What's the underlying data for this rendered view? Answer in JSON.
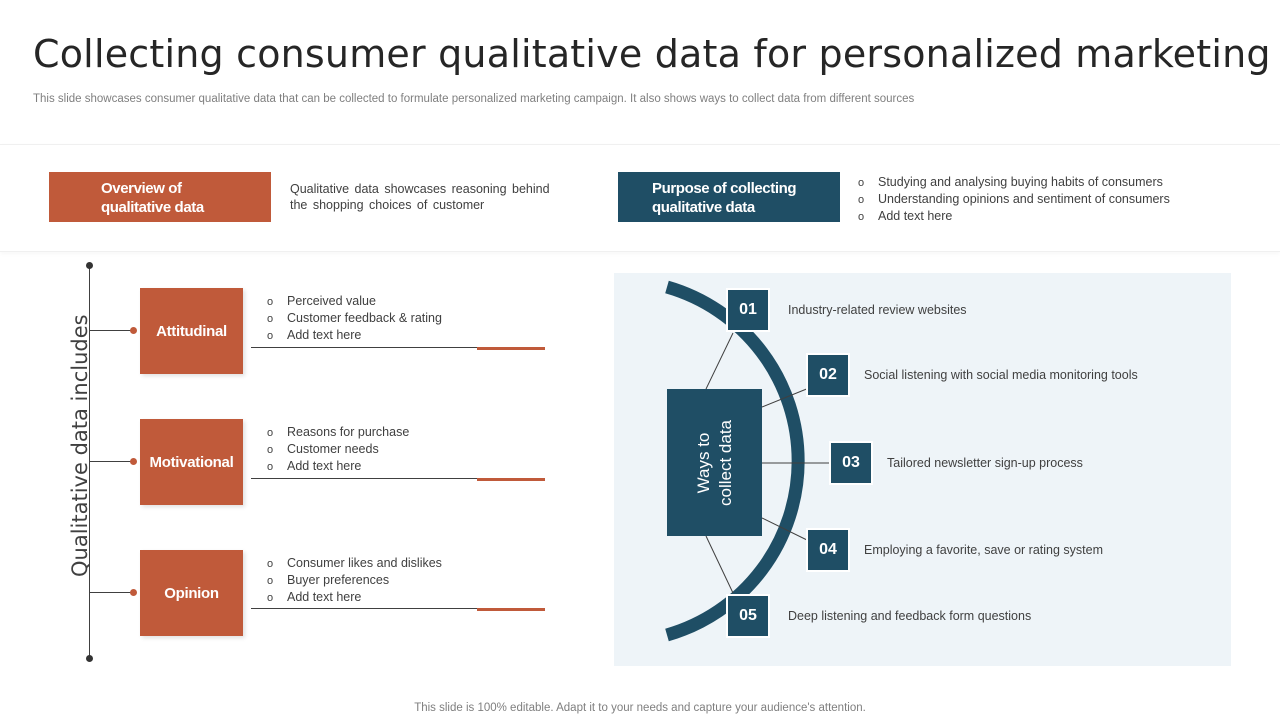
{
  "title": "Collecting consumer qualitative data for personalized marketing",
  "subtitle": "This slide showcases consumer qualitative data that can be collected to formulate personalized marketing campaign. It also shows ways to collect data from different sources",
  "overview": {
    "label_line1": "Overview of",
    "label_line2": "qualitative data",
    "description": "Qualitative data showcases reasoning behind the shopping choices of customer",
    "color": "#c05a3a"
  },
  "purpose": {
    "label_line1": "Purpose of collecting",
    "label_line2": "qualitative data",
    "items": [
      "Studying and analysing buying habits of consumers",
      "Understanding opinions and sentiment of consumers",
      "Add text here"
    ],
    "color": "#1f4e65"
  },
  "left_section": {
    "vertical_label": "Qualitative data includes",
    "categories": [
      {
        "label": "Attitudinal",
        "bullets": [
          "Perceived value",
          "Customer feedback & rating",
          "Add text here"
        ]
      },
      {
        "label": "Motivational",
        "bullets": [
          "Reasons for purchase",
          "Customer needs",
          "Add text here"
        ]
      },
      {
        "label": "Opinion",
        "bullets": [
          "Consumer likes and dislikes",
          "Buyer preferences",
          "Add text here"
        ]
      }
    ]
  },
  "right_section": {
    "center_line1": "Ways to",
    "center_line2": "collect data",
    "ways": [
      {
        "num": "01",
        "text": "Industry-related review websites"
      },
      {
        "num": "02",
        "text": "Social listening with social media monitoring tools"
      },
      {
        "num": "03",
        "text": "Tailored newsletter sign-up process"
      },
      {
        "num": "04",
        "text": "Employing a favorite, save or rating system"
      },
      {
        "num": "05",
        "text": "Deep listening and feedback form questions"
      }
    ]
  },
  "footer": "This slide is 100% editable. Adapt it to your needs and capture your audience's attention."
}
